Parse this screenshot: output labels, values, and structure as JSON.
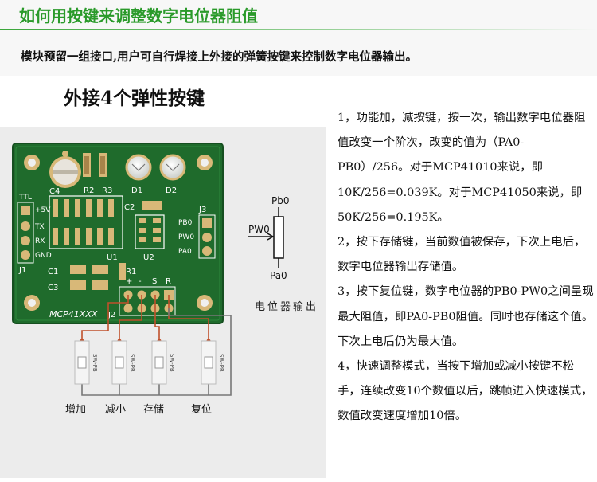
{
  "header": {
    "title": "如何用按键来调整数字电位器阻值",
    "description": "模块预留一组接口,用户可自行焊接上外接的弹簧按键来控制数字电位器输出。"
  },
  "section_title": "外接4个弹性按键",
  "board": {
    "chip_label": "MCP41XXX",
    "components": [
      "C4",
      "R2",
      "R3",
      "D1",
      "D2",
      "C2",
      "U1",
      "U2",
      "C1",
      "C3",
      "R1",
      "J1",
      "J2",
      "J3"
    ],
    "ttl_label": "TTL",
    "ttl_pins": [
      "+5V",
      "TX",
      "RX",
      "GND"
    ],
    "j3_pins": [
      "PB0",
      "PW0",
      "PA0"
    ],
    "j2_pins": [
      "+",
      "-",
      "S",
      "R"
    ]
  },
  "switch_label": "SW-PB",
  "buttons": [
    "增加",
    "减小",
    "存储",
    "复位"
  ],
  "potentiometer": {
    "top_label": "Pb0",
    "wiper_label": "PW0",
    "bottom_label": "Pa0",
    "caption": "电位器输出"
  },
  "paragraphs": [
    "1，功能加，减按键，按一次，输出数字电位器阻值改变一个阶次，改变的值为（PA0-PB0）/256。对于MCP41010来说，即10K/256=0.039K。对于MCP41050来说，即50K/256=0.195K。",
    "2，按下存储键，当前数值被保存，下次上电后，数字电位器输出存储值。",
    "3，按下复位键，数字电位器的PB0-PW0之间呈现最大阻值，即PA0-PB0阻值。同时也存储这个值。下次上电后仍为最大值。",
    "4，快速调整模式，当按下增加或减小按键不松手，连续改变10个数值以后，跳帧进入快速模式，数值改变速度增加10倍。"
  ],
  "colors": {
    "pcb": "#1f6b2c",
    "pcb_trace": "#2e8a3c",
    "pad": "#d8b878",
    "silk": "#ffffff",
    "title_green": "#2a9a2a",
    "wire": "#c0502b"
  }
}
